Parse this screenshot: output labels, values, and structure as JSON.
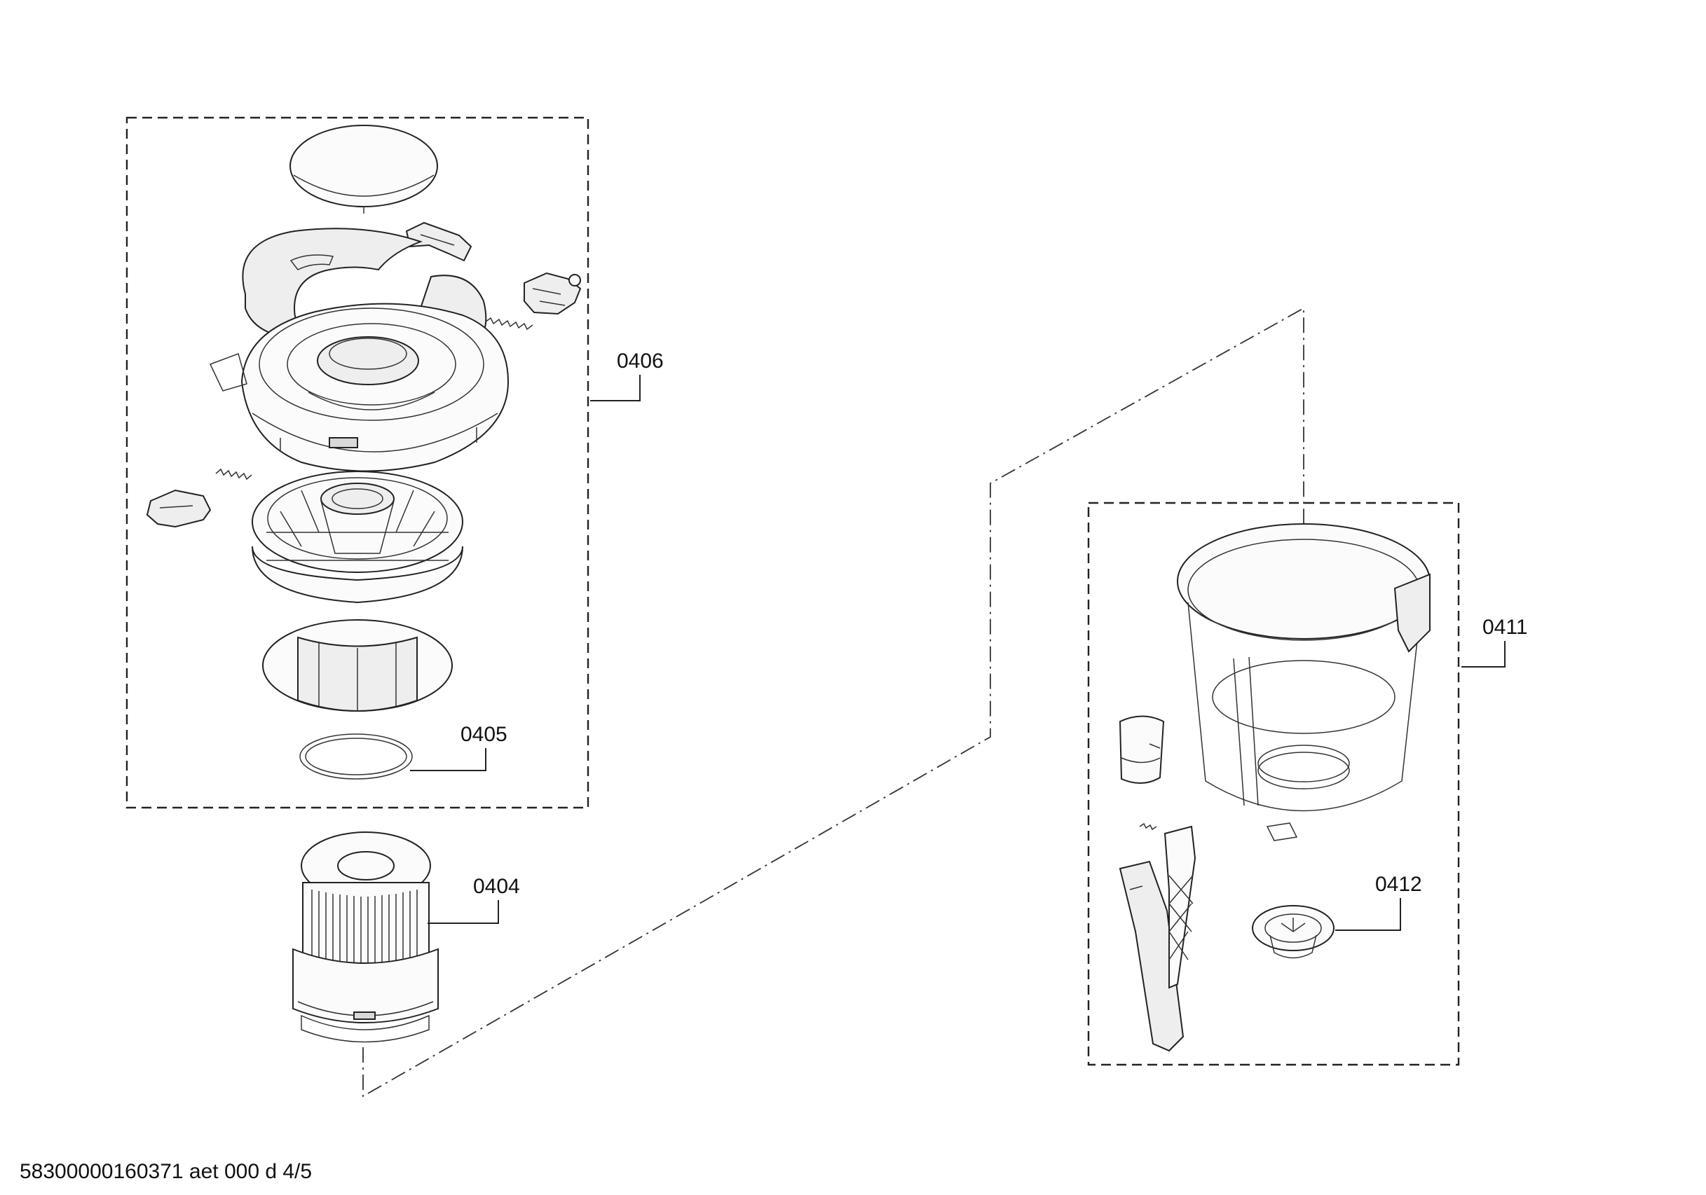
{
  "labels": {
    "p0406": "0406",
    "p0405": "0405",
    "p0404": "0404",
    "p0411": "0411",
    "p0412": "0412"
  },
  "footer": {
    "document_code": "58300000160371 aet 000 d 4/5"
  },
  "colors": {
    "line": "#222222",
    "part_fill": "#eeeeee",
    "background": "#ffffff"
  }
}
